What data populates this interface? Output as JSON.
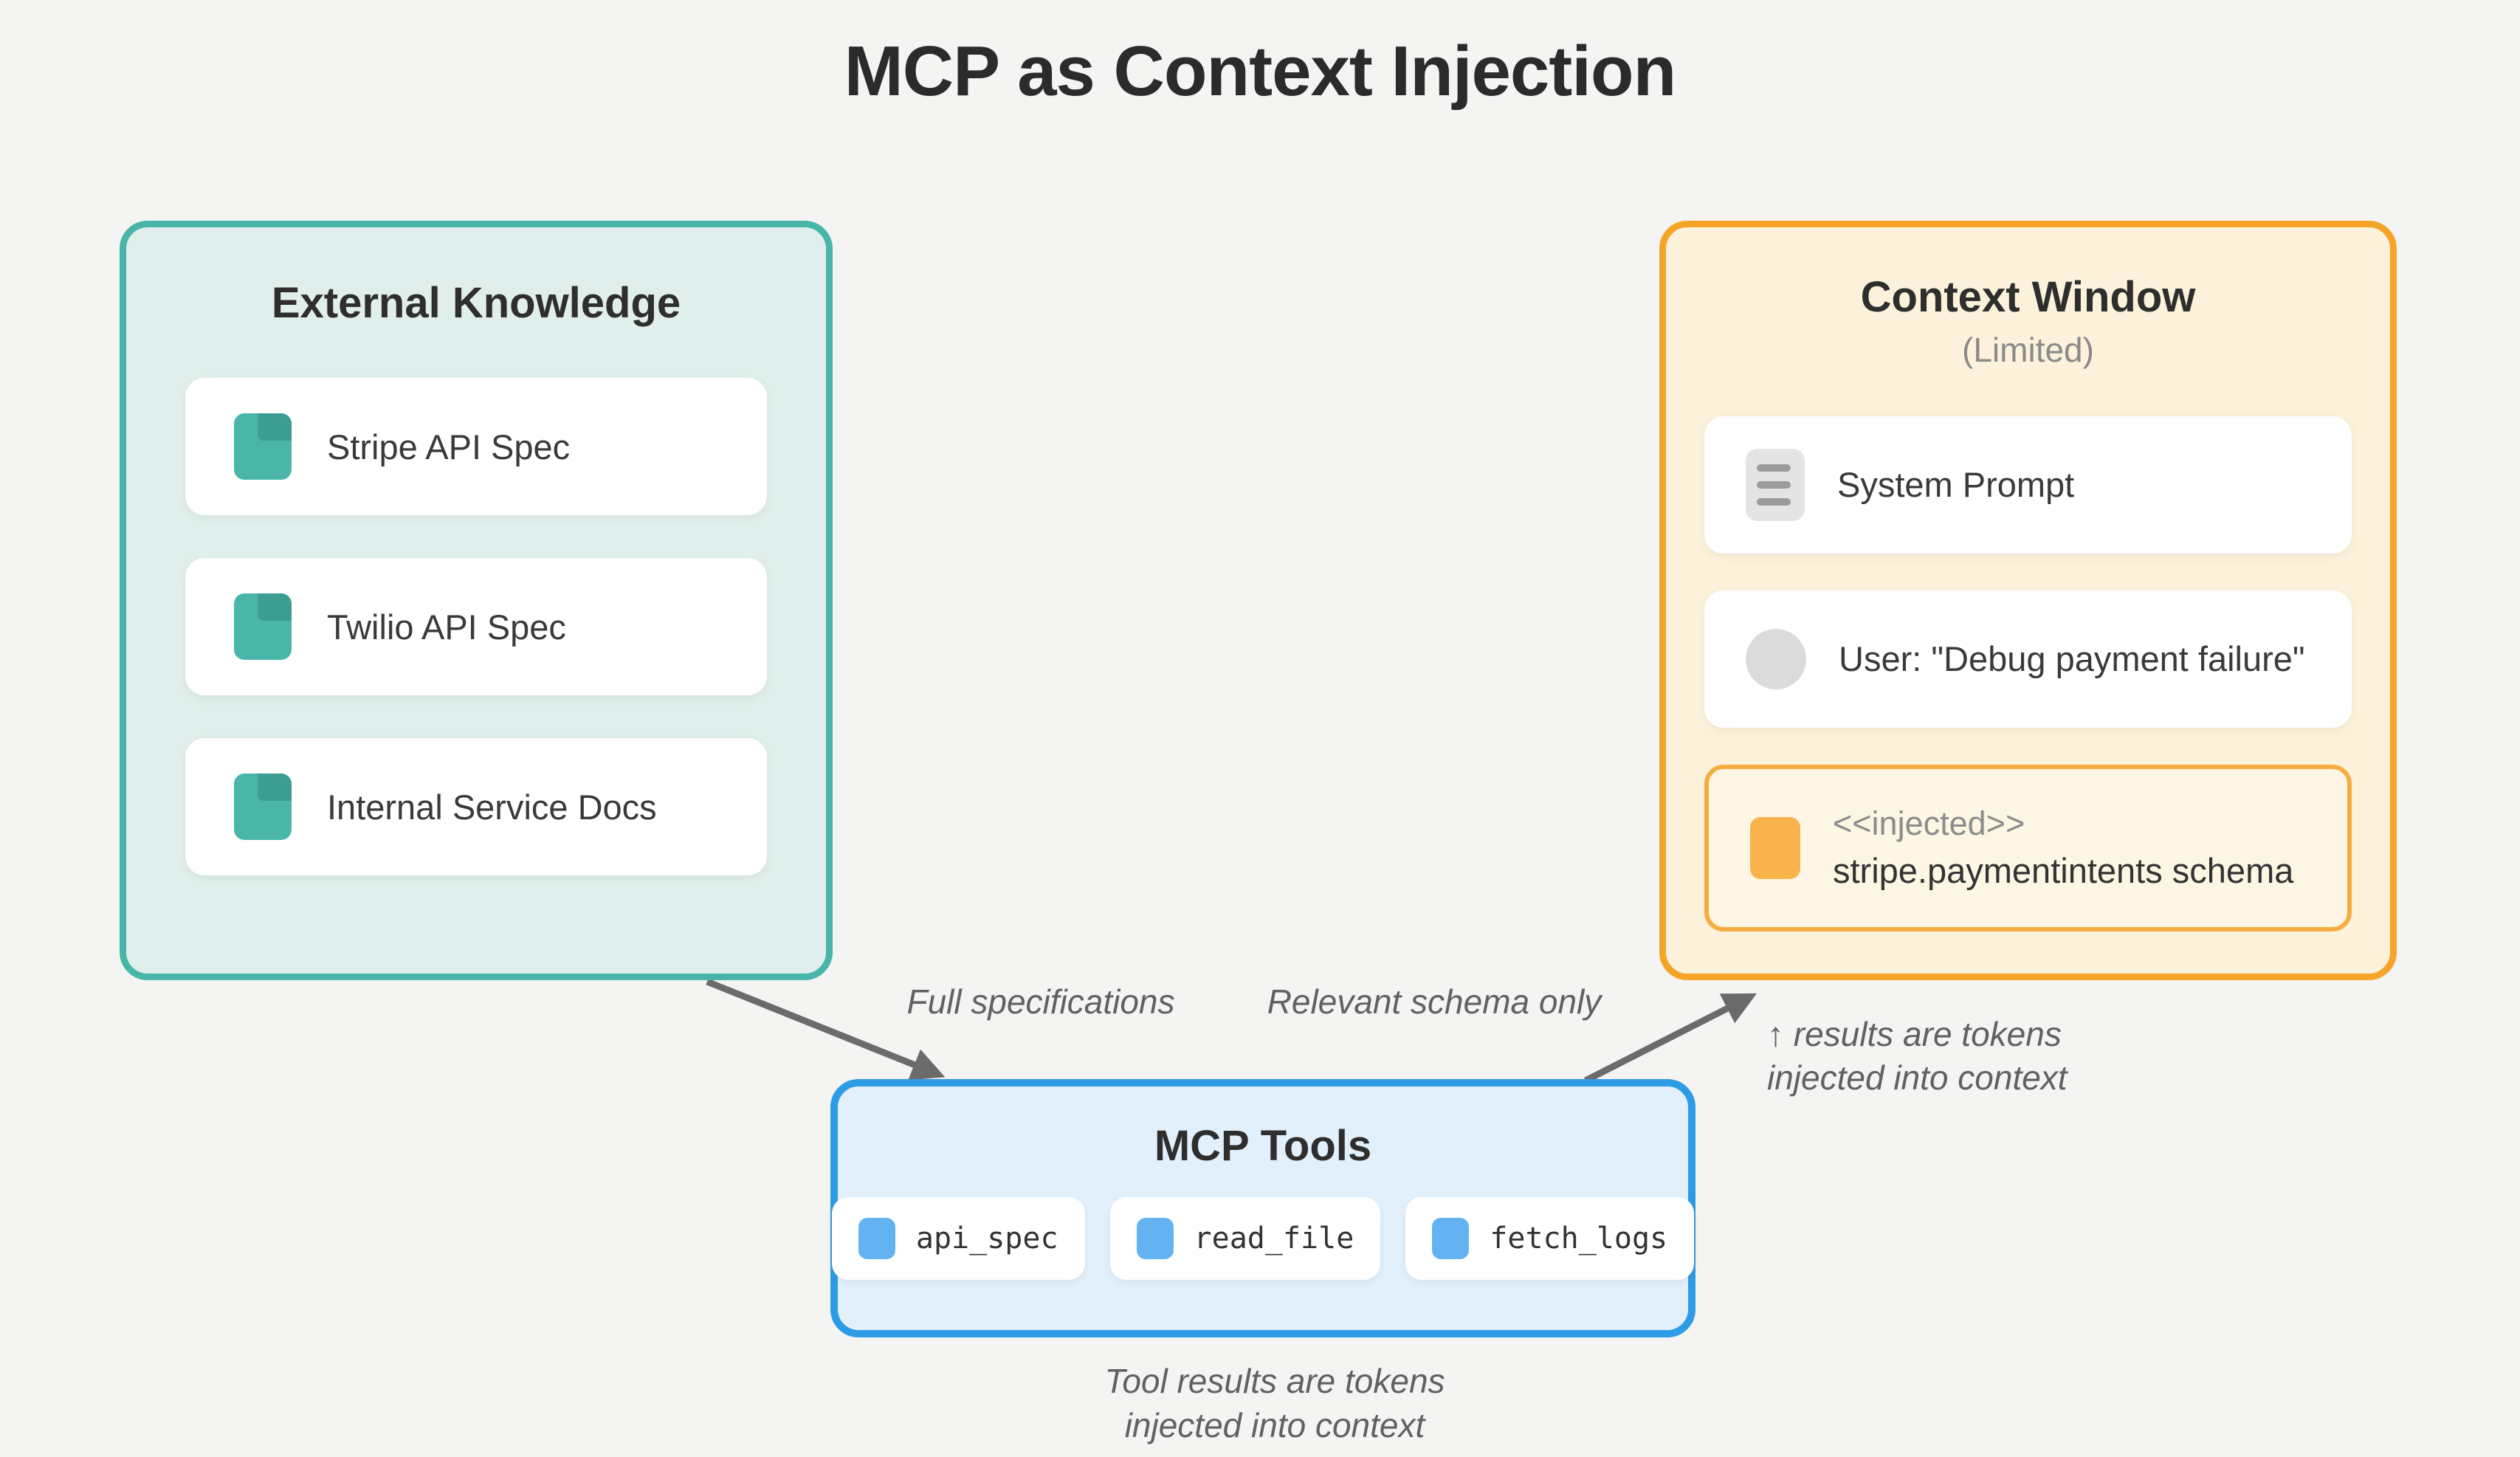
{
  "title": "MCP as Context Injection",
  "colors": {
    "page_bg": "#f4f4f3",
    "teal_border": "#47b5a8",
    "teal_fill": "#e0efeb",
    "teal_icon": "#49b6a9",
    "teal_icon_dark": "#3c9d92",
    "orange_border": "#f6a428",
    "orange_fill": "#fcf2db",
    "orange_icon": "#f9b34c",
    "injected_border": "#f7ac40",
    "blue_border": "#2e9be6",
    "blue_fill": "#e2f0fc",
    "blue_icon": "#63b3f3",
    "arrow_gray": "#6b6b6b"
  },
  "external_knowledge": {
    "title": "External Knowledge",
    "items": [
      {
        "icon": "document-icon",
        "label": "Stripe API Spec"
      },
      {
        "icon": "document-icon",
        "label": "Twilio API Spec"
      },
      {
        "icon": "document-icon",
        "label": "Internal Service Docs"
      }
    ]
  },
  "context_window": {
    "title": "Context Window",
    "subtitle": "(Limited)",
    "items": [
      {
        "icon": "text-lines-icon",
        "label": "System Prompt"
      },
      {
        "icon": "user-circle-icon",
        "label": "User: \"Debug payment failure\""
      },
      {
        "icon": "injected-block-icon",
        "tag": "<<injected>>",
        "label": "stripe.paymentintents schema"
      }
    ]
  },
  "mcp_tools": {
    "title": "MCP Tools",
    "tools": [
      {
        "icon": "tool-block-icon",
        "label": "api_spec"
      },
      {
        "icon": "tool-block-icon",
        "label": "read_file"
      },
      {
        "icon": "tool-block-icon",
        "label": "fetch_logs"
      }
    ]
  },
  "annotations": {
    "full_specifications": "Full specifications",
    "relevant_schema": "Relevant schema only",
    "results_line1": "↑ results are tokens",
    "results_line2": "injected into context",
    "tool_results_line1": "Tool results are tokens",
    "tool_results_line2": "injected into context"
  }
}
